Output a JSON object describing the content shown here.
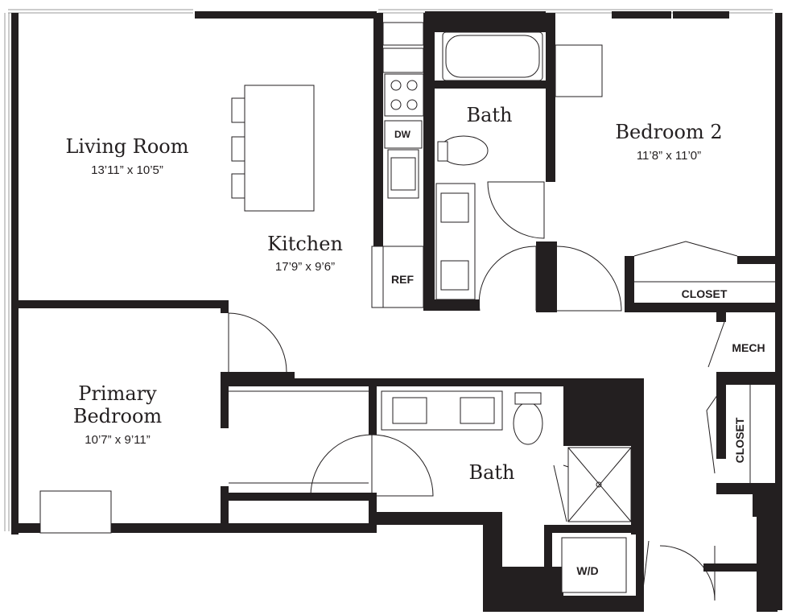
{
  "rooms": {
    "living": {
      "name": "Living Room",
      "dims": "13’11” x 10’5”"
    },
    "kitchen": {
      "name": "Kitchen",
      "dims": "17’9” x 9’6”"
    },
    "bath1": {
      "name": "Bath"
    },
    "bedroom2": {
      "name": "Bedroom 2",
      "dims": "11’8” x 11’0”"
    },
    "primary": {
      "name_line1": "Primary",
      "name_line2": "Bedroom",
      "dims": "10’7” x 9’11”"
    },
    "bath2": {
      "name": "Bath"
    }
  },
  "labels": {
    "dw": "DW",
    "ref": "REF",
    "closet_bed2": "CLOSET",
    "mech": "MECH",
    "closet_hall": "CLOSET",
    "wd": "W/D"
  }
}
